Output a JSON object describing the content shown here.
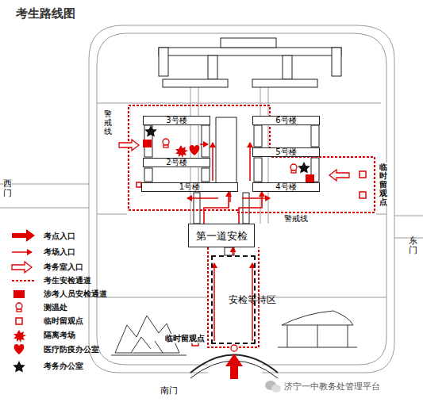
{
  "diagram": {
    "title": "考生路线图",
    "nodes": [
      {
        "text": [
          "3号楼"
        ]
      },
      {
        "text": [
          "2号楼"
        ]
      },
      {
        "text": [
          "1号楼"
        ]
      },
      {
        "text": [
          "6号楼"
        ]
      },
      {
        "text": [
          "5号楼"
        ]
      },
      {
        "text": [
          "4号楼"
        ]
      },
      {
        "text": [
          "第一道安检"
        ]
      },
      {
        "text": [
          "安检等待区"
        ]
      }
    ],
    "edges": [
      {
        "from": 7,
        "to": 6,
        "arrow": "to"
      },
      {
        "from": 6,
        "to": 2,
        "arrow": "to"
      },
      {
        "from": 6,
        "to": 5,
        "arrow": "to"
      }
    ],
    "labels": [
      "警戒线",
      "警戒线",
      "西门",
      "东门",
      "南门",
      "临时留观点",
      "临时留观点",
      "济宁一中教务处管理平台"
    ],
    "legend": [
      {
        "text": "考点入口"
      },
      {
        "text": "考场入口"
      },
      {
        "text": "考务室入口"
      },
      {
        "text": "考生安检通道"
      },
      {
        "text": "涉考人员安检通道",
        "color": "#e00000"
      },
      {
        "text": "测温处"
      },
      {
        "text": "临时留观点"
      },
      {
        "text": "隔离考场"
      },
      {
        "text": "医疗防疫办公室"
      },
      {
        "text": "考务办公室"
      }
    ]
  }
}
